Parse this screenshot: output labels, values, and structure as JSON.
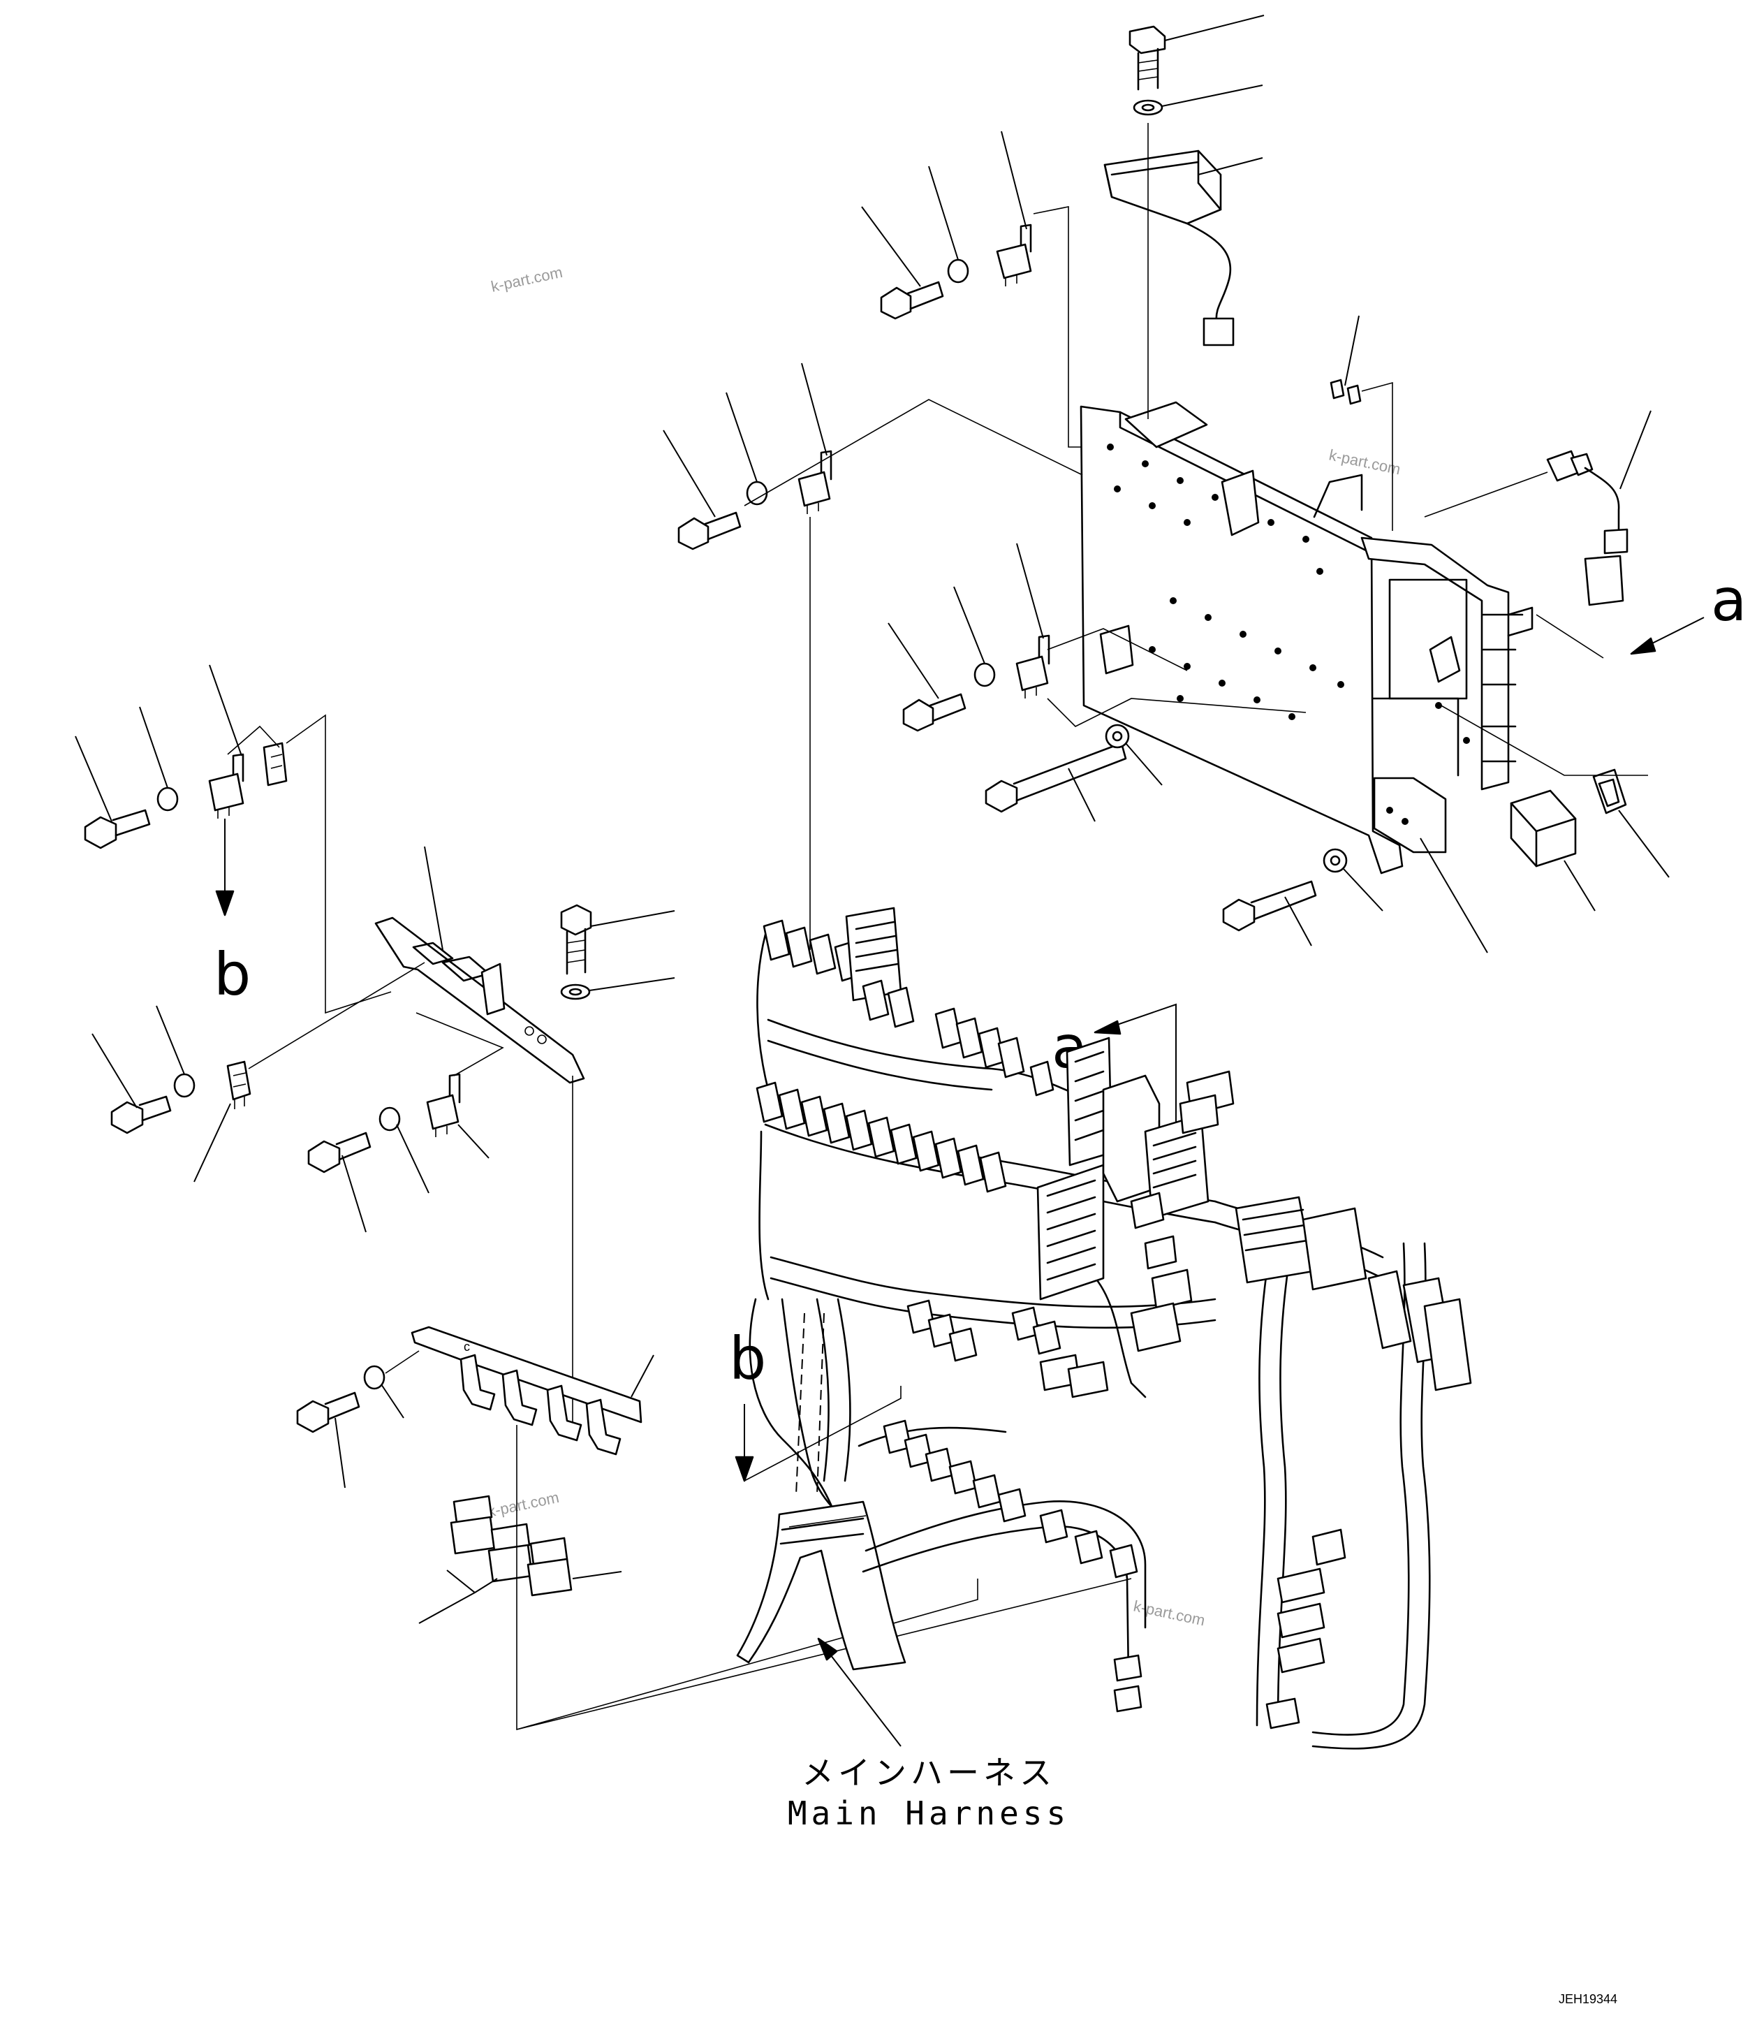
{
  "labels": {
    "view_a_top": "a",
    "view_a_mid": "a",
    "view_b_left": "b",
    "view_b_mid": "b"
  },
  "caption": {
    "japanese": "メインハーネス",
    "english": "Main Harness"
  },
  "watermarks": [
    "k-part.com",
    "k-part.com",
    "k-part.com",
    "k-part.com"
  ],
  "drawing_code": "JEH19344"
}
